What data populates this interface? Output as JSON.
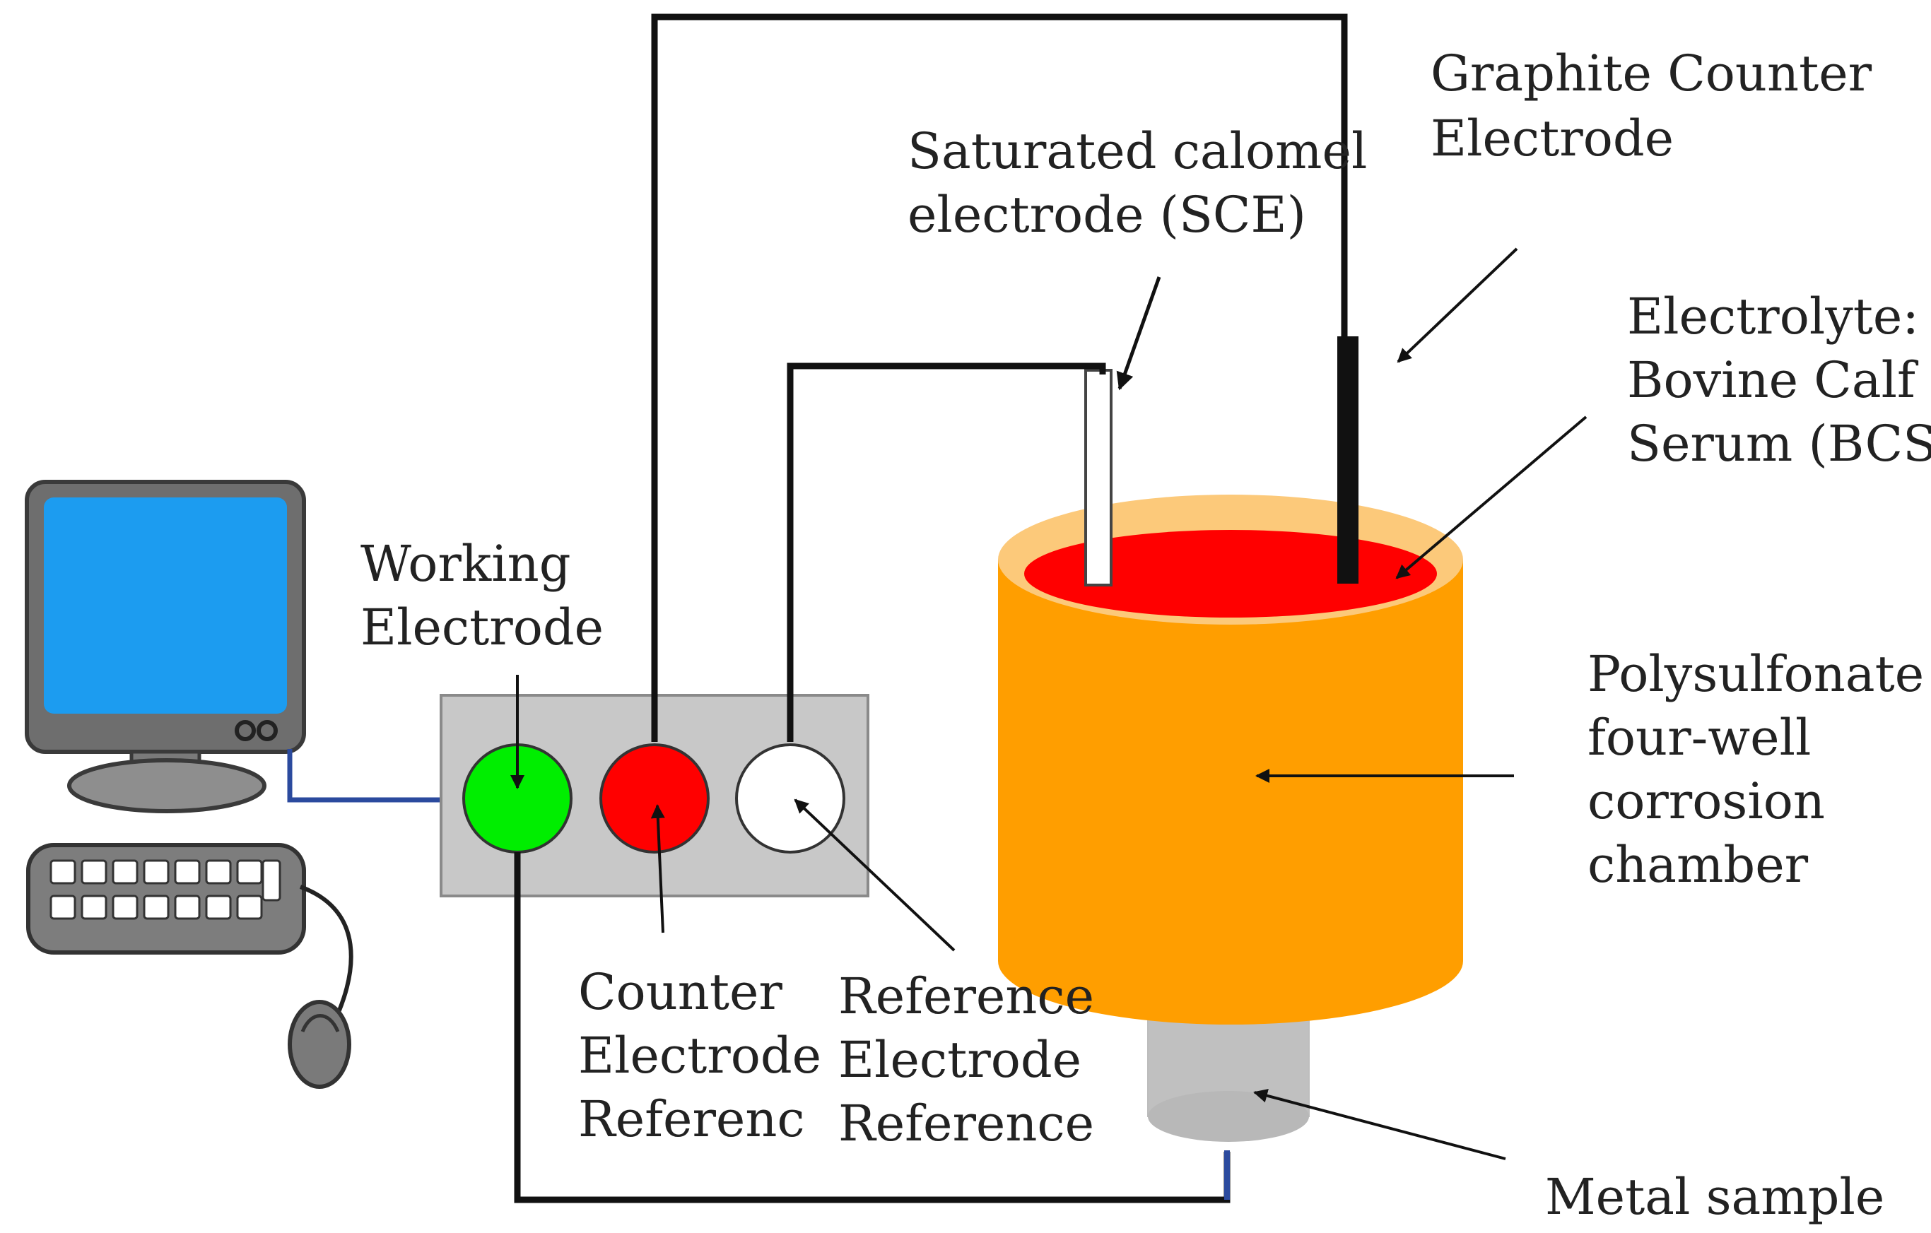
{
  "labels": {
    "graphite_line1": "Graphite Counter",
    "graphite_line2": "Electrode",
    "sce_line1": "Saturated calomel",
    "sce_line2": "electrode (SCE)",
    "electrolyte_line1": "Electrolyte:",
    "electrolyte_line2": "Bovine Calf",
    "electrolyte_line3": "Serum (BCS)",
    "working_line1": "Working",
    "working_line2": "Electrode",
    "chamber_line1": "Polysulfonate",
    "chamber_line2": "four-well",
    "chamber_line3": "corrosion",
    "chamber_line4": "chamber",
    "counter_line1": "Counter",
    "counter_line2": "Electrode",
    "counter_line3": "Referenc",
    "reference_line1": "Reference",
    "reference_line2": "Electrode",
    "reference_line3": "Reference",
    "metal": "Metal sample"
  },
  "colors": {
    "chamber": "#ff9e00",
    "chamber_rim": "#fcc97a",
    "electrolyte": "#ff0000",
    "working_terminal": "#00ee00",
    "counter_terminal": "#ff0000",
    "reference_terminal": "#ffffff",
    "monitor_screen": "#1c9cf0",
    "device_panel": "#c8c8c8",
    "metal_sample": "#c0c0c0",
    "cable": "#2b4a9e"
  }
}
